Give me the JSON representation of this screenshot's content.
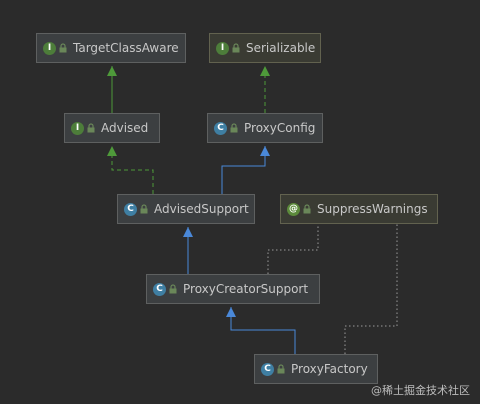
{
  "nodes": [
    {
      "id": "TargetClassAware",
      "label": "TargetClassAware",
      "kind": "interface",
      "badge": "I"
    },
    {
      "id": "Serializable",
      "label": "Serializable",
      "kind": "interface",
      "badge": "I"
    },
    {
      "id": "Advised",
      "label": "Advised",
      "kind": "interface",
      "badge": "I"
    },
    {
      "id": "ProxyConfig",
      "label": "ProxyConfig",
      "kind": "class",
      "badge": "C"
    },
    {
      "id": "AdvisedSupport",
      "label": "AdvisedSupport",
      "kind": "class",
      "badge": "C"
    },
    {
      "id": "SuppressWarnings",
      "label": "SuppressWarnings",
      "kind": "annotation",
      "badge": "@"
    },
    {
      "id": "ProxyCreatorSupport",
      "label": "ProxyCreatorSupport",
      "kind": "class",
      "badge": "C"
    },
    {
      "id": "ProxyFactory",
      "label": "ProxyFactory",
      "kind": "class",
      "badge": "C"
    }
  ],
  "edges": [
    {
      "from": "Advised",
      "to": "TargetClassAware",
      "relation": "extends-interface"
    },
    {
      "from": "ProxyConfig",
      "to": "Serializable",
      "relation": "implements"
    },
    {
      "from": "AdvisedSupport",
      "to": "Advised",
      "relation": "implements"
    },
    {
      "from": "AdvisedSupport",
      "to": "ProxyConfig",
      "relation": "extends"
    },
    {
      "from": "ProxyCreatorSupport",
      "to": "AdvisedSupport",
      "relation": "extends"
    },
    {
      "from": "ProxyFactory",
      "to": "ProxyCreatorSupport",
      "relation": "extends"
    },
    {
      "from": "ProxyCreatorSupport",
      "to": "SuppressWarnings",
      "relation": "annotated-by"
    },
    {
      "from": "ProxyFactory",
      "to": "SuppressWarnings",
      "relation": "annotated-by"
    }
  ],
  "colors": {
    "background": "#2b2b2b",
    "interface_arrow": "#4e9a3a",
    "class_arrow": "#4a88d8",
    "annotation_link": "#9a9a9a"
  },
  "watermark": "@稀土掘金技术社区"
}
